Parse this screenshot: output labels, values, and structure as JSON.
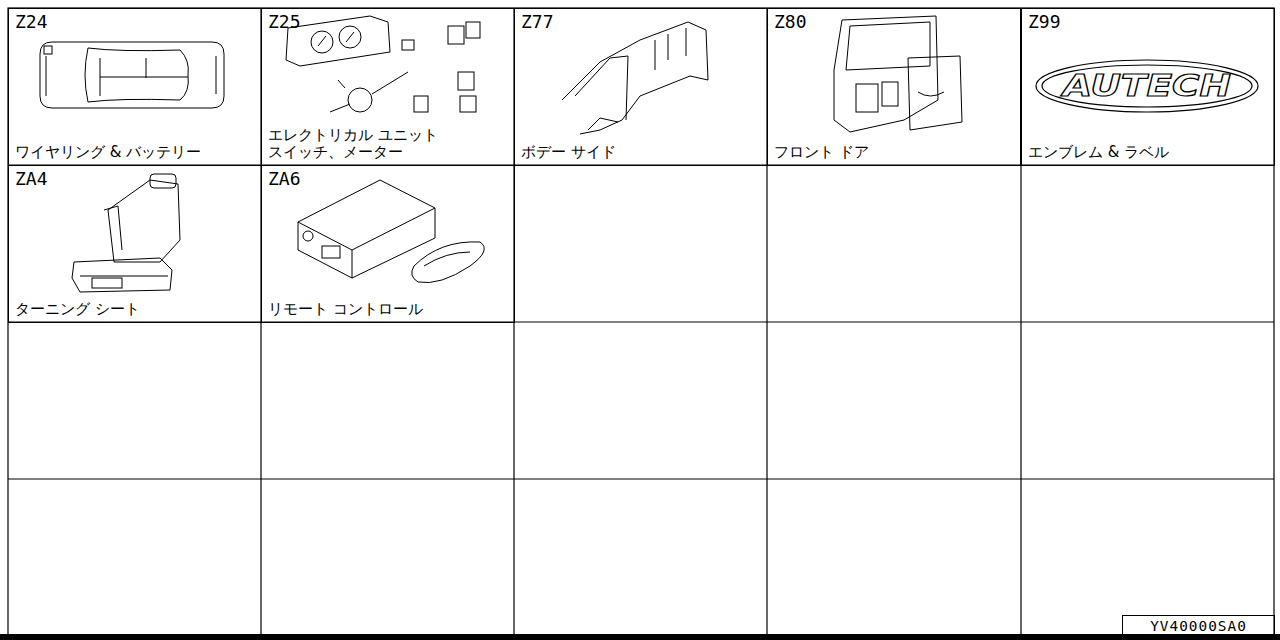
{
  "diagram": {
    "nodes": [
      {
        "text": [
          "Z24",
          "ワイヤリング & バッテリー"
        ]
      },
      {
        "text": [
          "Z25",
          "エレクトリカル ユニット スイッチ、メーター"
        ]
      },
      {
        "text": [
          "Z77",
          "ボデー サイド"
        ]
      },
      {
        "text": [
          "Z80",
          "フロント ドア"
        ]
      },
      {
        "text": [
          "Z99",
          "エンブレム & ラベル"
        ]
      },
      {
        "text": [
          "ZA4",
          "ターニング シート"
        ]
      },
      {
        "text": [
          "ZA6",
          "リモート コントロール"
        ]
      },
      {
        "text": [
          "YV40000SA0"
        ]
      }
    ],
    "labels": [
      "AUTECH"
    ]
  }
}
